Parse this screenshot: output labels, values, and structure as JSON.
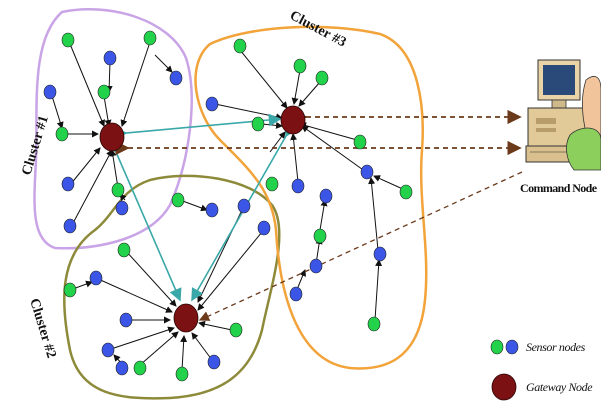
{
  "clusters": [
    {
      "label": "Cluster #1",
      "outline_color": "#c9a4e6"
    },
    {
      "label": "Cluster #2",
      "outline_color": "#8d8a3a"
    },
    {
      "label": "Cluster #3",
      "outline_color": "#f2a33a"
    }
  ],
  "command_node": {
    "label": "Command Node"
  },
  "legend": {
    "sensor_label": "Sensor nodes",
    "gateway_label": "Gateway Node"
  },
  "colors": {
    "gateway": "#7b1113",
    "sensor_green": "#22d24a",
    "sensor_blue": "#3b55e6",
    "gateway_link": "#3aa8a8",
    "command_link": "#6b3a1a"
  }
}
